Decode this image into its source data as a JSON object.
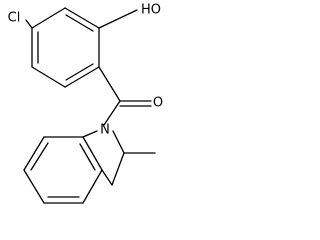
{
  "molecule": {
    "atoms": {
      "chlorine": "Cl",
      "hydroxyl": "HO",
      "carbonyl_oxygen": "O",
      "nitrogen": "N"
    },
    "colors": {
      "bond": "#000000",
      "label": "#000000",
      "background": "#ffffff"
    }
  }
}
